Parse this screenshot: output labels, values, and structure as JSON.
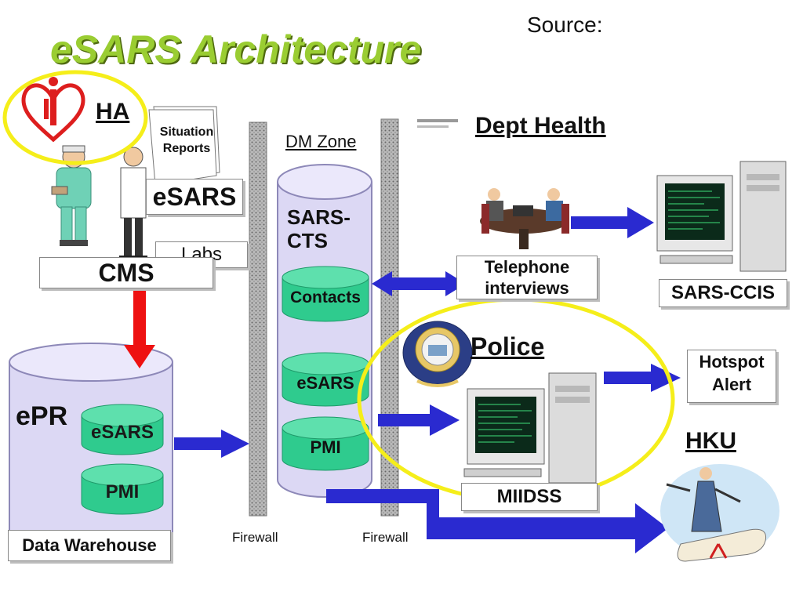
{
  "title": "eSARS Architecture",
  "source_label": "Source:",
  "ha": {
    "label": "HA",
    "situation_reports": "Situation\nReports",
    "esars_label": "eSARS",
    "labs_label": "Labs",
    "cms_label": "CMS"
  },
  "warehouse": {
    "epr_label": "ePR",
    "esars_label": "eSARS",
    "pmi_label": "PMI",
    "data_warehouse_label": "Data Warehouse"
  },
  "dm_zone": {
    "label": "DM Zone",
    "sars_cts_label": "SARS-\nCTS",
    "contacts_label": "Contacts",
    "esars_label": "eSARS",
    "pmi_label": "PMI"
  },
  "firewalls": [
    "Firewall",
    "Firewall"
  ],
  "dept_health": {
    "label": "Dept Health",
    "telephone_label": "Telephone\ninterviews",
    "sars_ccis_label": "SARS-CCIS"
  },
  "police": {
    "label": "Police",
    "miidss_label": "MIIDSS",
    "hotspot_label": "Hotspot\nAlert"
  },
  "hku_label": "HKU",
  "colors": {
    "title_green": "#9acd32",
    "cylinder_lavender": "#dcd8f4",
    "inner_green": "#2fcb8e",
    "arrow_blue": "#2a2ad0",
    "arrow_red": "#ee1111",
    "highlight_yellow": "#f5ee1a",
    "ha_red": "#dd1e1e"
  }
}
